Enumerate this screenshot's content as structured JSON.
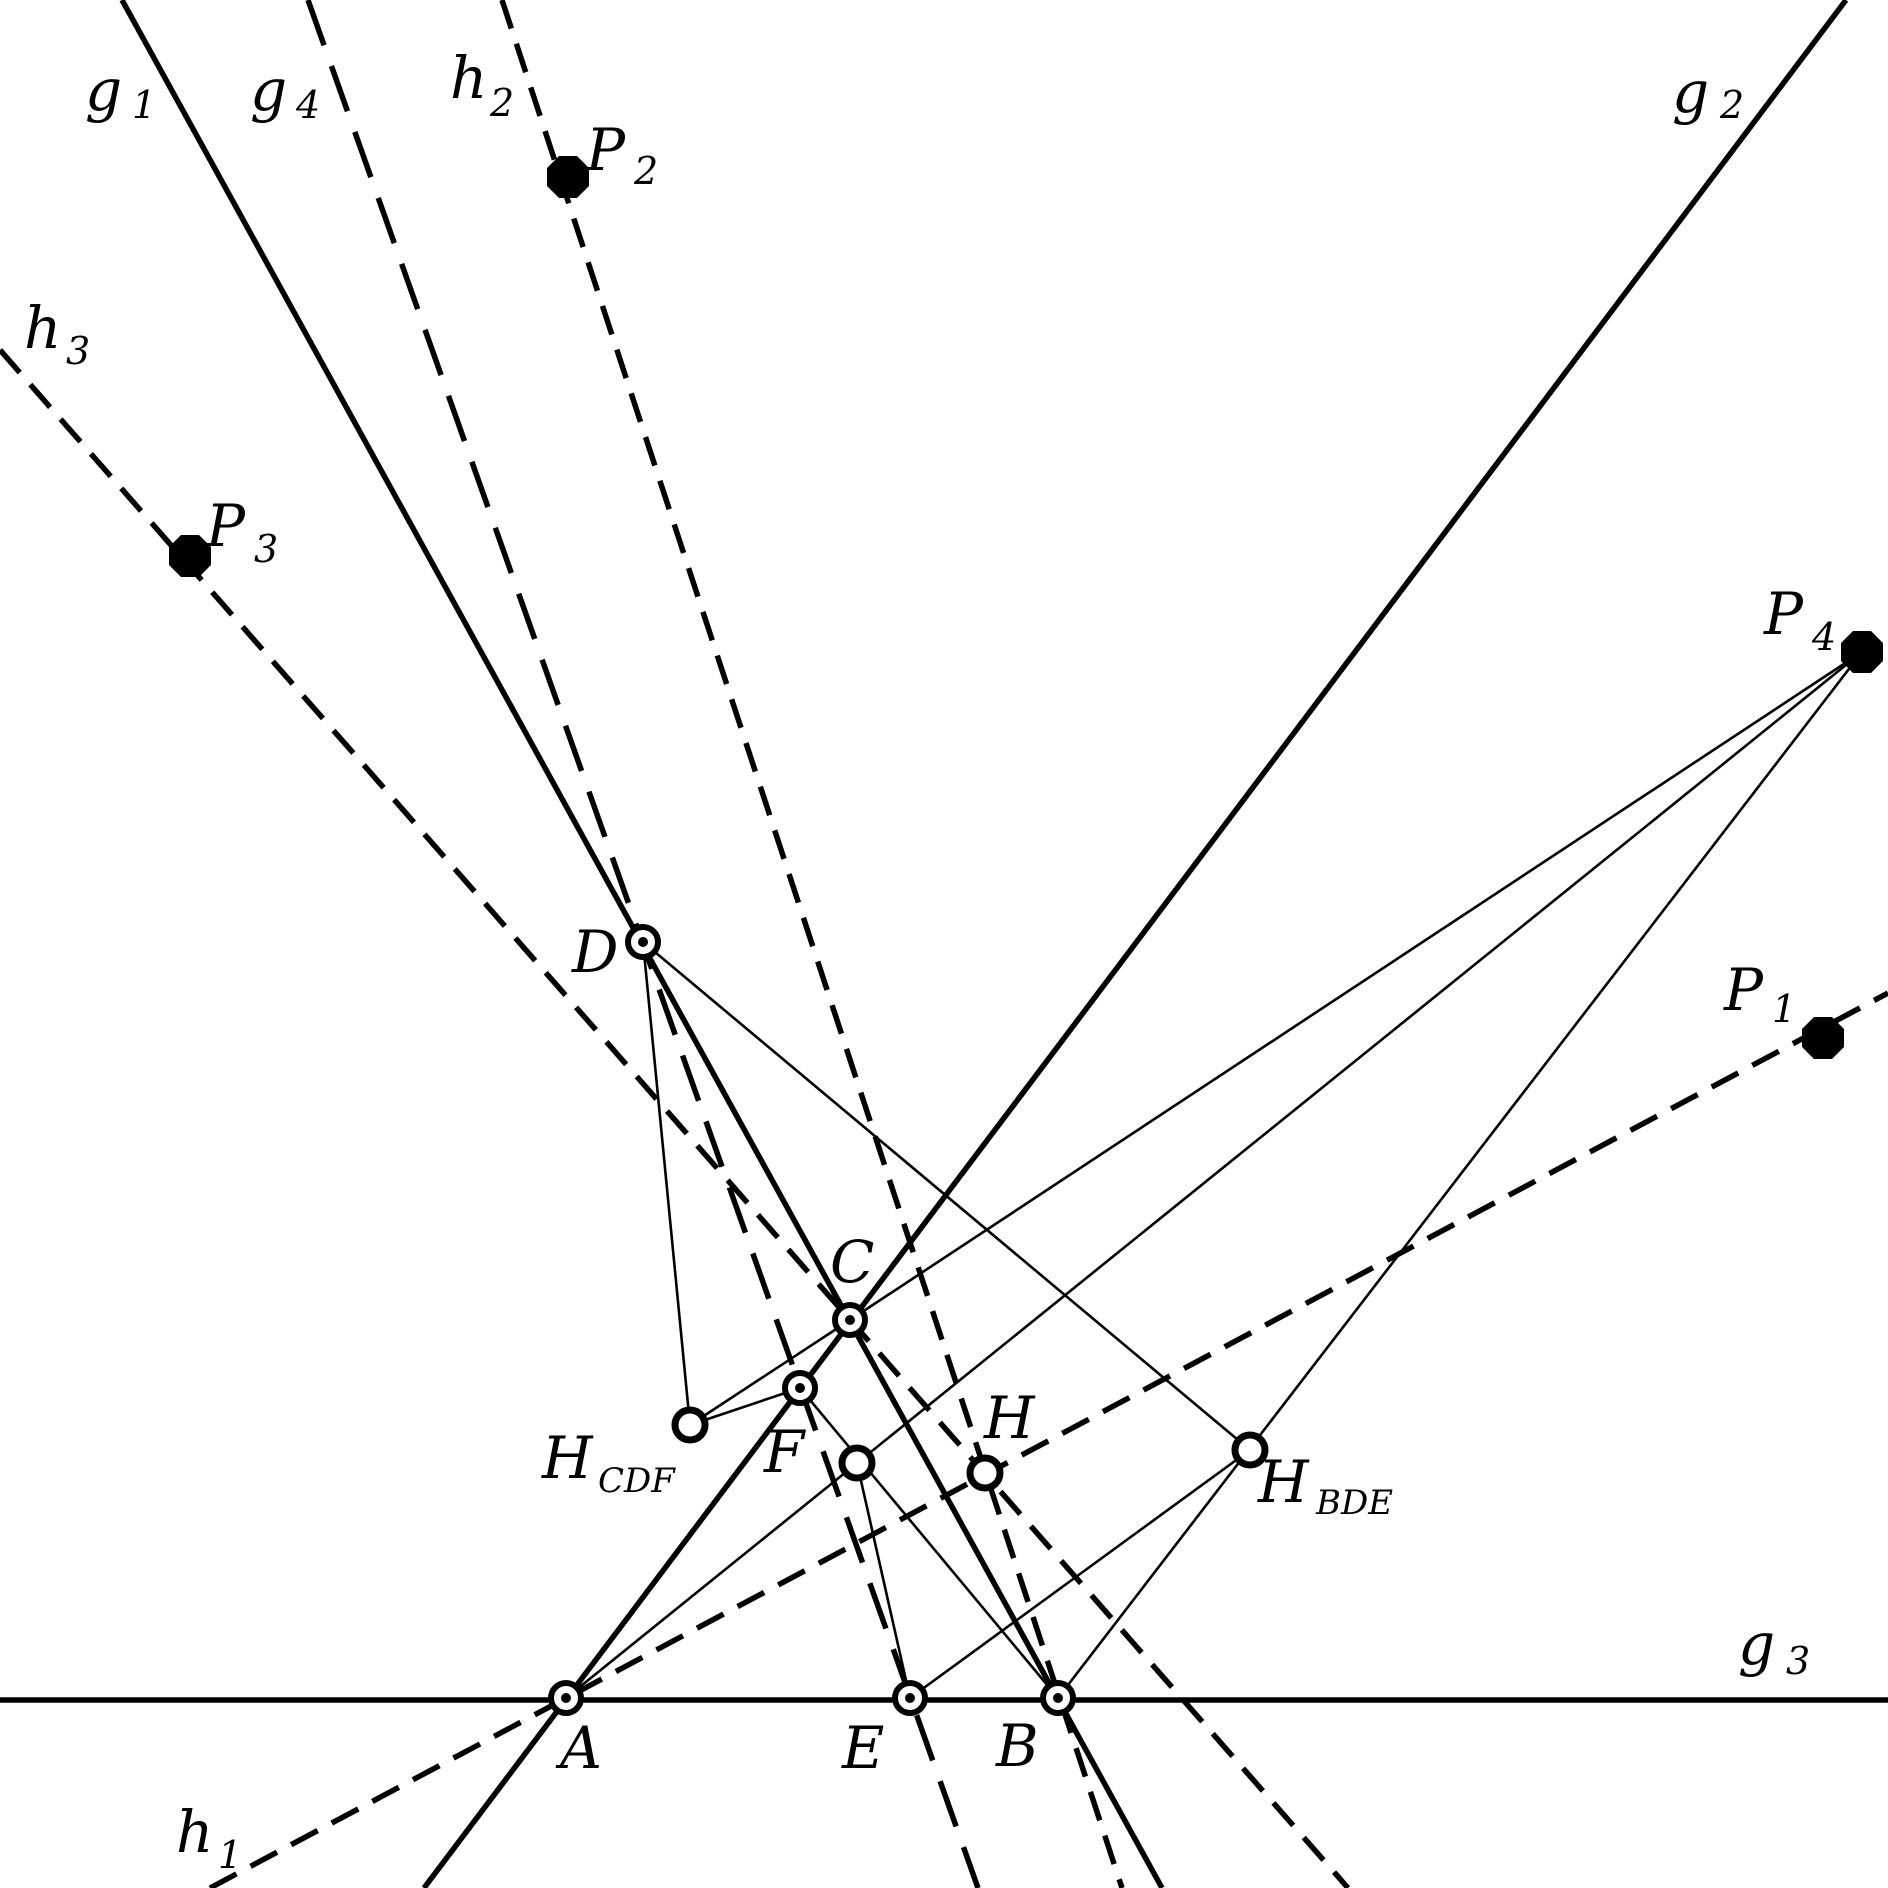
{
  "labels": {
    "g1": {
      "main": "g",
      "sub": "1"
    },
    "g4": {
      "main": "g",
      "sub": "4"
    },
    "h2": {
      "main": "h",
      "sub": "2"
    },
    "g2": {
      "main": "g",
      "sub": "2"
    },
    "h3": {
      "main": "h",
      "sub": "3"
    },
    "g3": {
      "main": "g",
      "sub": "3"
    },
    "h1": {
      "main": "h",
      "sub": "1"
    },
    "P1": {
      "main": "P",
      "sub": "1"
    },
    "P2": {
      "main": "P",
      "sub": "2"
    },
    "P3": {
      "main": "P",
      "sub": "3"
    },
    "P4": {
      "main": "P",
      "sub": "4"
    },
    "A": "A",
    "B": "B",
    "C": "C",
    "D": "D",
    "E": "E",
    "F": "F",
    "H": "H",
    "H_CDF": {
      "main": "H",
      "sub": "CDF"
    },
    "H_BDE": {
      "main": "H",
      "sub": "BDE"
    }
  },
  "colors": {
    "ink": "#000000",
    "background": "#ffffff"
  }
}
